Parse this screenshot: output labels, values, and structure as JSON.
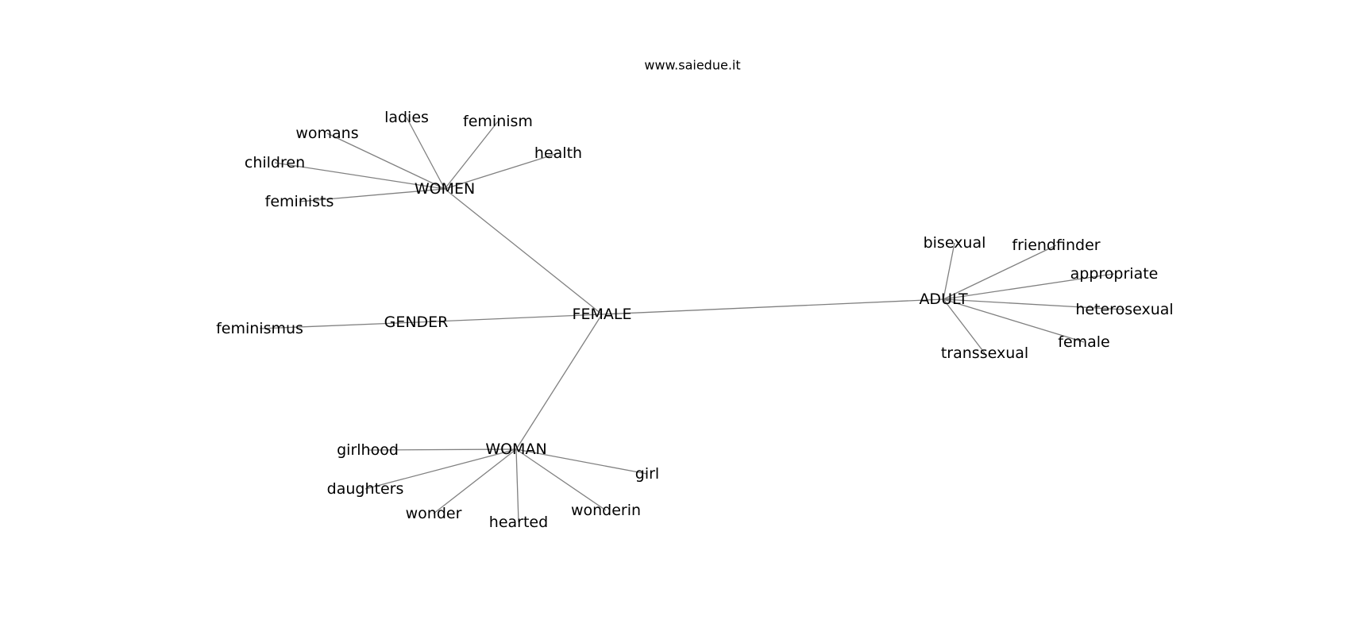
{
  "watermark": "www.saiedue.it",
  "colors": {
    "edge": "#808080",
    "text": "#000000",
    "background": "#ffffff"
  },
  "nodes": [
    {
      "id": "FEMALE",
      "label": "FEMALE"
    },
    {
      "id": "WOMEN",
      "label": "WOMEN"
    },
    {
      "id": "GENDER",
      "label": "GENDER"
    },
    {
      "id": "WOMAN",
      "label": "WOMAN"
    },
    {
      "id": "ADULT",
      "label": "ADULT"
    },
    {
      "id": "ladies",
      "label": "ladies"
    },
    {
      "id": "feminism",
      "label": "feminism"
    },
    {
      "id": "womans",
      "label": "womans"
    },
    {
      "id": "health",
      "label": "health"
    },
    {
      "id": "children",
      "label": "children"
    },
    {
      "id": "feminists",
      "label": "feminists"
    },
    {
      "id": "feminismus",
      "label": "feminismus"
    },
    {
      "id": "girlhood",
      "label": "girlhood"
    },
    {
      "id": "daughters",
      "label": "daughters"
    },
    {
      "id": "wonder",
      "label": "wonder"
    },
    {
      "id": "hearted",
      "label": "hearted"
    },
    {
      "id": "wonderin",
      "label": "wonderin"
    },
    {
      "id": "girl",
      "label": "girl"
    },
    {
      "id": "bisexual",
      "label": "bisexual"
    },
    {
      "id": "friendfinder",
      "label": "friendfinder"
    },
    {
      "id": "appropriate",
      "label": "appropriate"
    },
    {
      "id": "heterosexual",
      "label": "heterosexual"
    },
    {
      "id": "female",
      "label": "female"
    },
    {
      "id": "transsexual",
      "label": "transsexual"
    }
  ],
  "edges": [
    [
      "FEMALE",
      "WOMEN"
    ],
    [
      "FEMALE",
      "GENDER"
    ],
    [
      "FEMALE",
      "WOMAN"
    ],
    [
      "FEMALE",
      "ADULT"
    ],
    [
      "WOMEN",
      "ladies"
    ],
    [
      "WOMEN",
      "feminism"
    ],
    [
      "WOMEN",
      "womans"
    ],
    [
      "WOMEN",
      "health"
    ],
    [
      "WOMEN",
      "children"
    ],
    [
      "WOMEN",
      "feminists"
    ],
    [
      "GENDER",
      "feminismus"
    ],
    [
      "WOMAN",
      "girlhood"
    ],
    [
      "WOMAN",
      "daughters"
    ],
    [
      "WOMAN",
      "wonder"
    ],
    [
      "WOMAN",
      "hearted"
    ],
    [
      "WOMAN",
      "wonderin"
    ],
    [
      "WOMAN",
      "girl"
    ],
    [
      "ADULT",
      "bisexual"
    ],
    [
      "ADULT",
      "friendfinder"
    ],
    [
      "ADULT",
      "appropriate"
    ],
    [
      "ADULT",
      "heterosexual"
    ],
    [
      "ADULT",
      "female"
    ],
    [
      "ADULT",
      "transsexual"
    ]
  ]
}
